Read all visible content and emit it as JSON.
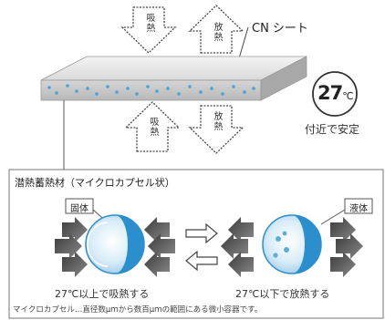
{
  "sheet": {
    "label": "CN シート",
    "arrows_top": {
      "absorb": "吸熱",
      "release": "放熱"
    },
    "arrows_bottom": {
      "absorb": "吸熱",
      "release": "放熱"
    }
  },
  "temperature_badge": {
    "value": "27",
    "unit": "℃",
    "caption": "付近で安定"
  },
  "detail_box": {
    "title": "潜熱蓄熱材（マイクロカプセル状）",
    "solid_label": "固体",
    "liquid_label": "液体",
    "left_caption": "27℃以上で吸熱する",
    "right_caption": "27℃以下で放熱する",
    "footnote": "マイクロカプセル…直径数μｍから数百μｍの範囲にある微小容器です。"
  },
  "colors": {
    "sheet_top": "#e6e6e6",
    "sheet_dot": "#4aa3d8",
    "sphere_blue": "#2a8fcc",
    "arrow_gray": "#555555"
  }
}
